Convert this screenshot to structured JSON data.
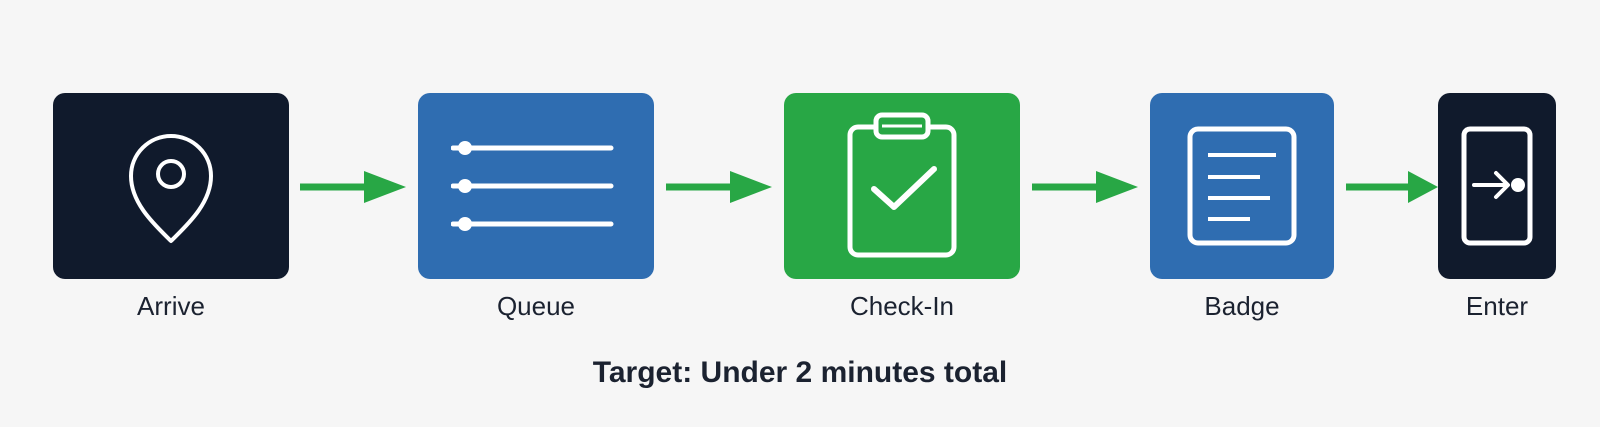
{
  "steps": [
    {
      "label": "Arrive",
      "icon": "map-pin-icon",
      "color": "#101a2c"
    },
    {
      "label": "Queue",
      "icon": "queue-list-icon",
      "color": "#2f6db1"
    },
    {
      "label": "Check-In",
      "icon": "clipboard-check-icon",
      "color": "#28a745"
    },
    {
      "label": "Badge",
      "icon": "badge-document-icon",
      "color": "#2f6db1"
    },
    {
      "label": "Enter",
      "icon": "enter-door-icon",
      "color": "#101a2c"
    }
  ],
  "arrow_color": "#28a745",
  "footer": "Target: Under 2 minutes total"
}
